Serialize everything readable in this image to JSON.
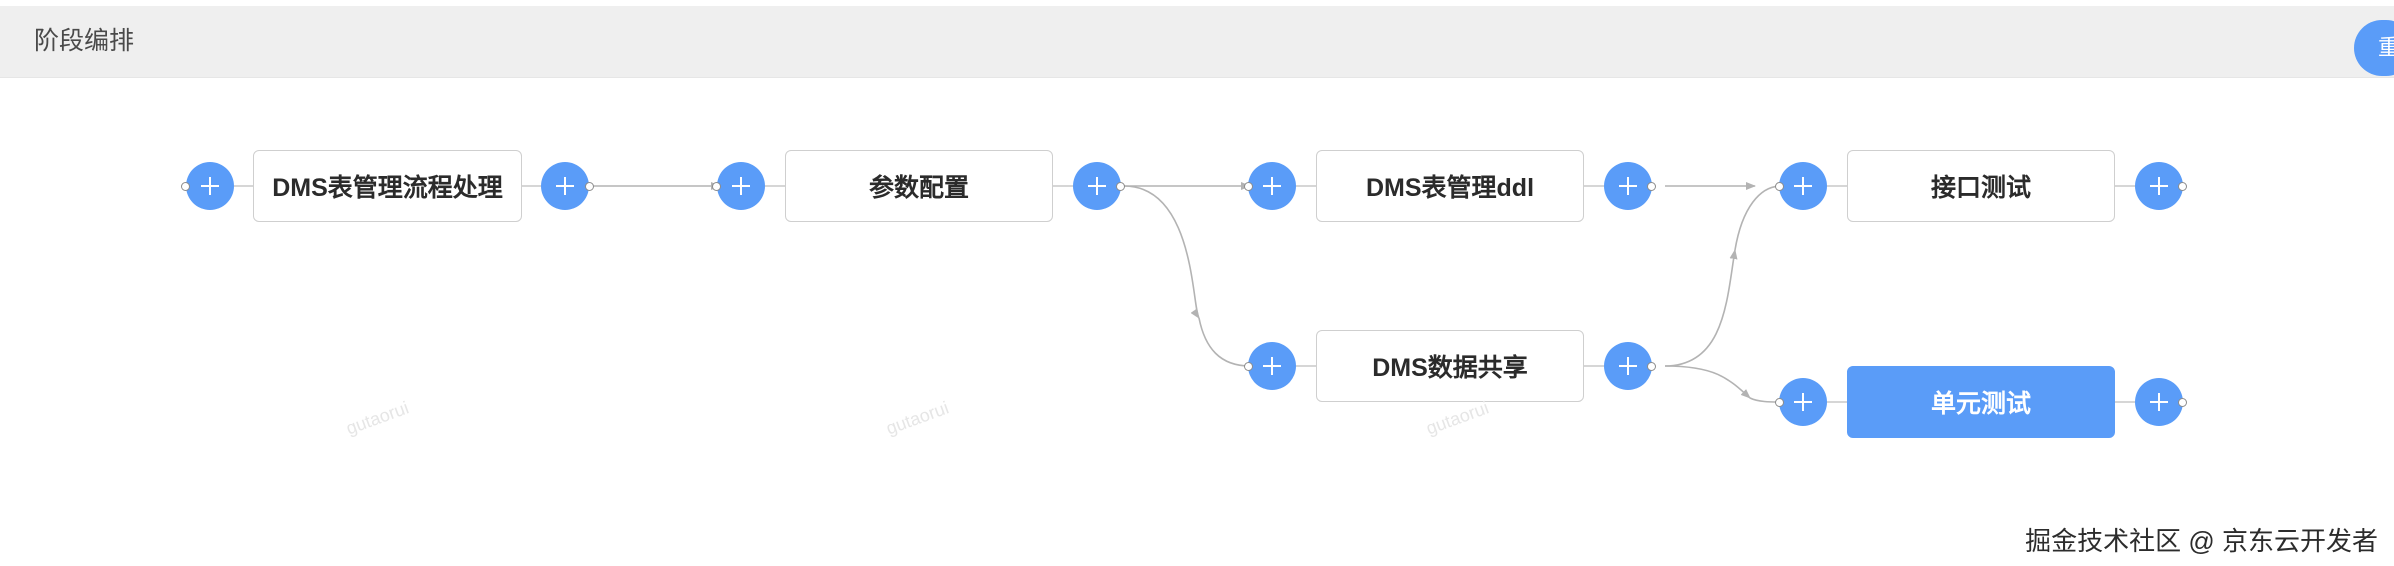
{
  "header": {
    "title": "阶段编排",
    "button_label": "重"
  },
  "stages": [
    {
      "name": "DMS表管理流程处理",
      "active": false
    },
    {
      "name": "参数配置",
      "active": false
    },
    {
      "name": "DMS表管理ddl",
      "active": false
    },
    {
      "name": "接口测试",
      "active": false
    },
    {
      "name": "DMS数据共享",
      "active": false
    },
    {
      "name": "单元测试",
      "active": true
    }
  ],
  "watermark_text": "gutaorui",
  "credit": "掘金技术社区 @ 京东云开发者",
  "colors": {
    "accent": "#5a9cf8",
    "edge": "#b3b3b3",
    "header_bg": "#efefef"
  }
}
